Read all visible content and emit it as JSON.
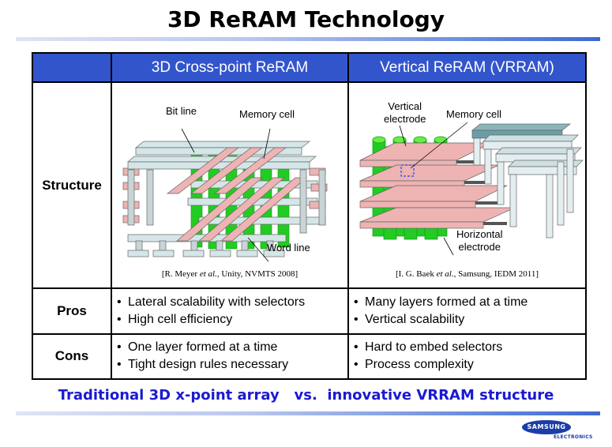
{
  "title": "3D ReRAM Technology",
  "table": {
    "col_headers": [
      "3D Cross-point ReRAM",
      "Vertical ReRAM (VRRAM)"
    ],
    "rows": {
      "structure": "Structure",
      "pros": "Pros",
      "cons": "Cons"
    },
    "crosspoint": {
      "labels": {
        "bit_line": "Bit line",
        "memory_cell": "Memory cell",
        "word_line": "Word line"
      },
      "citation": {
        "pre": "[R. Meyer ",
        "etal": "et al.",
        "post": ", Unity, NVMTS 2008]"
      },
      "pros": [
        "Lateral scalability with selectors",
        "High cell efficiency"
      ],
      "cons": [
        "One layer formed at a time",
        "Tight design rules necessary"
      ]
    },
    "vrram": {
      "labels": {
        "vertical_electrode_1": "Vertical",
        "vertical_electrode_2": "electrode",
        "memory_cell": "Memory cell",
        "horizontal_electrode_1": "Horizontal",
        "horizontal_electrode_2": "electrode"
      },
      "citation": {
        "pre": "[I. G. Baek ",
        "etal": "et al.",
        "post": ", Samsung, IEDM 2011]"
      },
      "pros": [
        "Many layers formed at a time",
        "Vertical scalability"
      ],
      "cons": [
        "Hard to embed selectors",
        "Process complexity"
      ]
    }
  },
  "tagline": "Traditional 3D x-point array   vs.  innovative VRRAM structure",
  "logo": {
    "name": "SAMSUNG",
    "sub": "ELECTRONICS"
  },
  "colors": {
    "header_bg": "#3355cc",
    "tagline": "#1a1ad0",
    "green": "#22cc22",
    "pink": "#eeb3b3",
    "light_blue": "#cfe0e3",
    "teal": "#6a9ea5"
  }
}
